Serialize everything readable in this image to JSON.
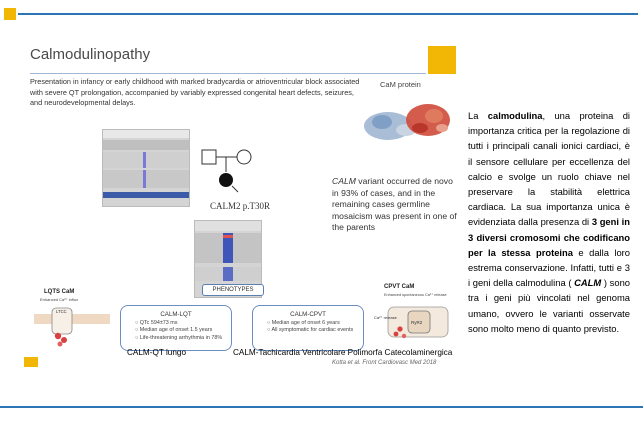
{
  "slide": {
    "title": "Calmodulinopathy",
    "intro": "Presentation in infancy or early childhood with marked bradycardia or atrioventricular block associated with severe QT prolongation, accompanied by variably expressed congenital heart defects, seizures, and neurodevelopmental delays.",
    "protein_title": "CaM protein",
    "variant_label": "CALM2 p.T30R",
    "variant_text_gene": "CALM",
    "variant_text_rest": " variant occurred de novo in 93% of cases, and in the remaining cases germline mosaicism was present in one of the parents",
    "phenotypes_label": "PHENOTYPES",
    "lqts_cartoon_title": "LQTS CaM",
    "lqts_cartoon_sub": "Enhanced Ca²⁺ influx",
    "lqts_cartoon_channel": "LTCC",
    "cpvt_cartoon_title": "CPVT CaM",
    "cpvt_cartoon_sub": "Enhanced spontaneous Ca²⁺ release",
    "cpvt_cartoon_release": "Ca²⁺ release",
    "cpvt_cartoon_channel": "RyR2",
    "lqts_box": {
      "title": "CALM-LQT",
      "items": [
        "QTc 594±73 ms",
        "Median age of onset 1.5 years",
        "Life-threatening arrhythmia in 78%"
      ]
    },
    "cpvt_box": {
      "title": "CALM-CPVT",
      "items": [
        "Median age of onset 6 years",
        "All symptomatic for cardiac events"
      ]
    },
    "lqts_caption": "CALM-QT lungo",
    "cpvt_caption": "CALM-Tachicardia Ventricolare Polimorfa Catecolaminergica",
    "citation": "Kotta et al. Front Cardiovasc Med 2018"
  },
  "side": {
    "p1": "La ",
    "b1": "calmodulina",
    "p2": ", una proteina di importanza critica per la regolazione di tutti i principali canali ionici cardiaci, è il sensore cellulare per eccellenza del calcio e svolge un ruolo chiave nel preservare la stabilità elettrica cardiaca. La sua importanza unica è evidenziata dalla presenza di ",
    "b2": "3 geni in 3 diversi cromosomi che codificano per la stessa proteina",
    "p3": " e dalla loro estrema conservazione. Infatti, tutti e 3 i geni della calmodulina ( ",
    "b3": "CALM",
    "p4": " ) sono tra i geni più vincolati nel genoma umano, ovvero le varianti osservate sono molto meno di quanto previsto."
  },
  "colors": {
    "accent": "#f2b705",
    "rule": "#2e75b6",
    "box_border": "#6b8fc0"
  }
}
